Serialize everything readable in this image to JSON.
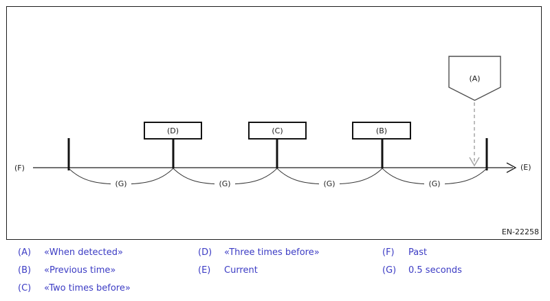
{
  "figure": {
    "code": "EN-22258"
  },
  "diagram": {
    "boxes": [
      {
        "id": "D",
        "label": "(D)"
      },
      {
        "id": "C",
        "label": "(C)"
      },
      {
        "id": "B",
        "label": "(B)"
      }
    ],
    "pentagon_label": "(A)",
    "past_label": "(F)",
    "current_label": "(E)",
    "interval_label": "(G)",
    "colors": {
      "line": "#1a1a1a",
      "dashed_arrow": "#a6a6a6",
      "legend_text": "#3b3bc4"
    }
  },
  "legend": {
    "columns": [
      {
        "items": [
          {
            "key": "(A)",
            "label": "«When detected»"
          },
          {
            "key": "(B)",
            "label": "«Previous time»"
          },
          {
            "key": "(C)",
            "label": "«Two times before»"
          }
        ]
      },
      {
        "items": [
          {
            "key": "(D)",
            "label": "«Three times before»"
          },
          {
            "key": "(E)",
            "label": "Current"
          }
        ]
      },
      {
        "items": [
          {
            "key": "(F)",
            "label": "Past"
          },
          {
            "key": "(G)",
            "label": "0.5 seconds"
          }
        ]
      }
    ]
  }
}
